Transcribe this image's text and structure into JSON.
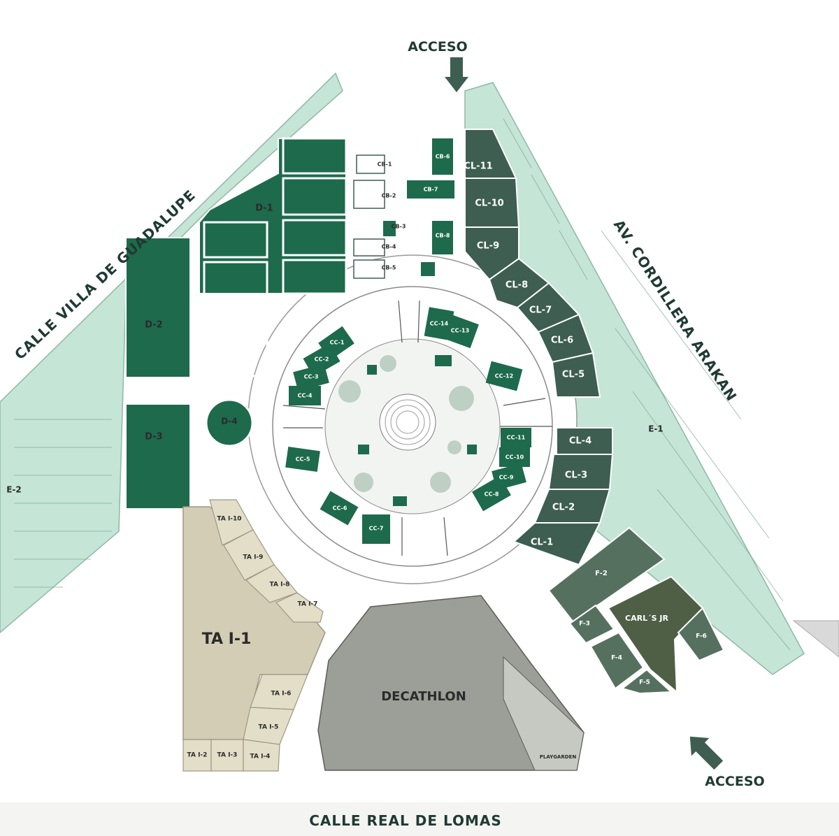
{
  "streets": {
    "north_access": "ACCESO",
    "south_access": "ACCESO",
    "west": "CALLE VILLA DE GUADALUPE",
    "east": "AV. CORDILLERA ARAKAN",
    "south": "CALLE REAL DE LOMAS"
  },
  "zones": {
    "d": [
      "D-1",
      "D-2",
      "D-3",
      "D-4"
    ],
    "e": [
      "E-1",
      "E-2"
    ],
    "cl": [
      "CL-11",
      "CL-10",
      "CL-9",
      "CL-8",
      "CL-7",
      "CL-6",
      "CL-5",
      "CL-4",
      "CL-3",
      "CL-2",
      "CL-1"
    ],
    "cc": [
      "CC-1",
      "CC-2",
      "CC-3",
      "CC-4",
      "CC-5",
      "CC-6",
      "CC-7",
      "CC-8",
      "CC-9",
      "CC-10",
      "CC-11",
      "CC-12",
      "CC-13",
      "CC-14"
    ],
    "cb": [
      "CB-1",
      "CB-2",
      "CB-3",
      "CB-4",
      "CB-5",
      "CB-6",
      "CB-7",
      "CB-8"
    ],
    "f": [
      "F-2",
      "F-3",
      "F-4",
      "F-5",
      "F-6"
    ],
    "carls": "CARL´S JR",
    "tai": [
      "TA I-1",
      "TA I-2",
      "TA I-3",
      "TA I-4",
      "TA I-5",
      "TA I-6",
      "TA I-7",
      "TA I-8",
      "TA I-9",
      "TA I-10"
    ],
    "decathlon": "DECATHLON",
    "playgarden": "PLAYGARDEN"
  },
  "colors": {
    "light_green": "#c5e5d6",
    "dark_green": "#1e6a4c",
    "slate_green": "#3d5e51",
    "mid_green": "#56705f",
    "beige": "#d3cdb5",
    "decathlon_gray": "#9c9f98",
    "accent_text": "#1f3a33"
  }
}
